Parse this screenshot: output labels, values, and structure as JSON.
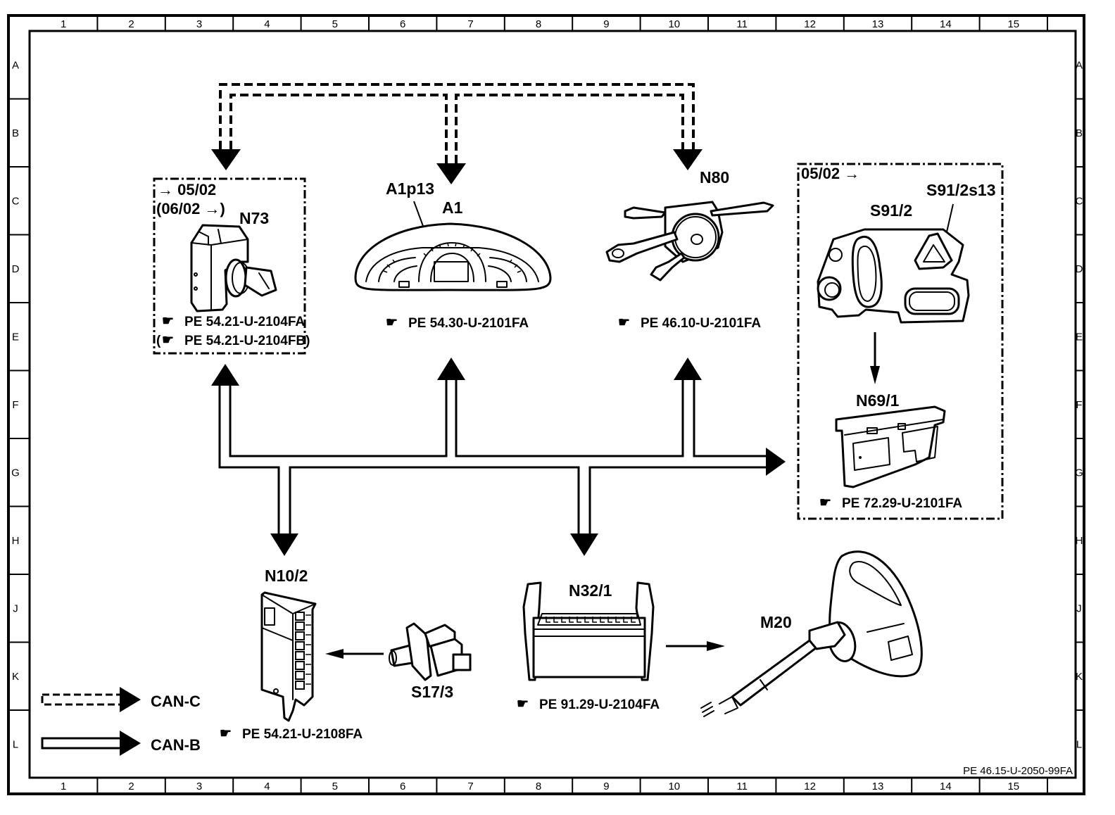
{
  "frame": {
    "columns": [
      "1",
      "2",
      "3",
      "4",
      "5",
      "6",
      "7",
      "8",
      "9",
      "10",
      "11",
      "12",
      "13",
      "14",
      "15"
    ],
    "rows": [
      "A",
      "B",
      "C",
      "D",
      "E",
      "F",
      "G",
      "H",
      "J",
      "K",
      "L"
    ],
    "document_id": "PE 46.15-U-2050-99FA"
  },
  "components": {
    "n73": {
      "label": "N73",
      "validity_1": "→ 05/02",
      "validity_2": "(06/02 →)",
      "ref_1": "PE  54.21-U-2104FA",
      "ref_2": "PE  54.21-U-2104FB)",
      "ref_2_prefix": "("
    },
    "a1": {
      "label": "A1",
      "sub_label": "A1p13",
      "ref": "PE  54.30-U-2101FA"
    },
    "n80": {
      "label": "N80",
      "ref": "PE  46.10-U-2101FA"
    },
    "s91_2": {
      "label": "S91/2",
      "sub_label": "S91/2s13",
      "validity": "05/02 →"
    },
    "n69_1": {
      "label": "N69/1",
      "ref": "PE  72.29-U-2101FA"
    },
    "n10_2": {
      "label": "N10/2",
      "ref": "PE  54.21-U-2108FA"
    },
    "s17_3": {
      "label": "S17/3"
    },
    "n32_1": {
      "label": "N32/1",
      "ref": "PE  91.29-U-2104FA"
    },
    "m20": {
      "label": "M20"
    }
  },
  "legend": {
    "can_c": "CAN-C",
    "can_b": "CAN-B"
  },
  "ref_icon": "pointing-hand-icon"
}
